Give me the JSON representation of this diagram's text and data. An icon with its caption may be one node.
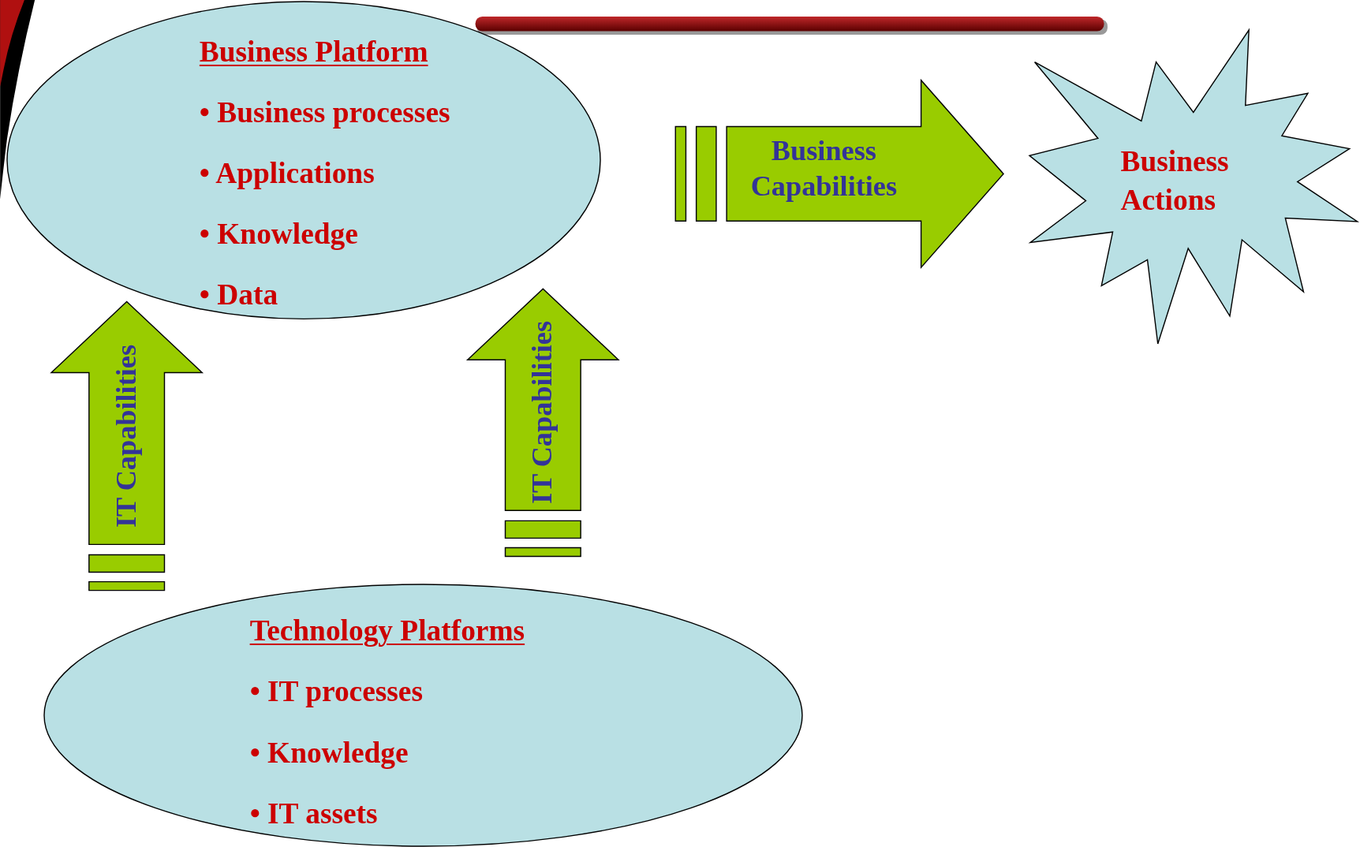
{
  "diagram": {
    "nodes": [
      {
        "text": [
          "Business Platform",
          "• Business processes",
          "• Applications",
          "• Knowledge",
          "• Data"
        ]
      },
      {
        "text": [
          "Technology Platforms",
          "• IT processes",
          "• Knowledge",
          "• IT assets"
        ]
      },
      {
        "text": [
          "Business Actions"
        ]
      }
    ],
    "edges": [
      {
        "from": 1,
        "to": 0,
        "arrow": "to",
        "label": "IT Capabilities",
        "style": "thick"
      },
      {
        "from": 1,
        "to": 0,
        "arrow": "to",
        "label": "IT Capabilities",
        "style": "thick"
      },
      {
        "from": 0,
        "to": 2,
        "arrow": "to",
        "label": "Business Capabilities",
        "style": "thick"
      }
    ]
  }
}
